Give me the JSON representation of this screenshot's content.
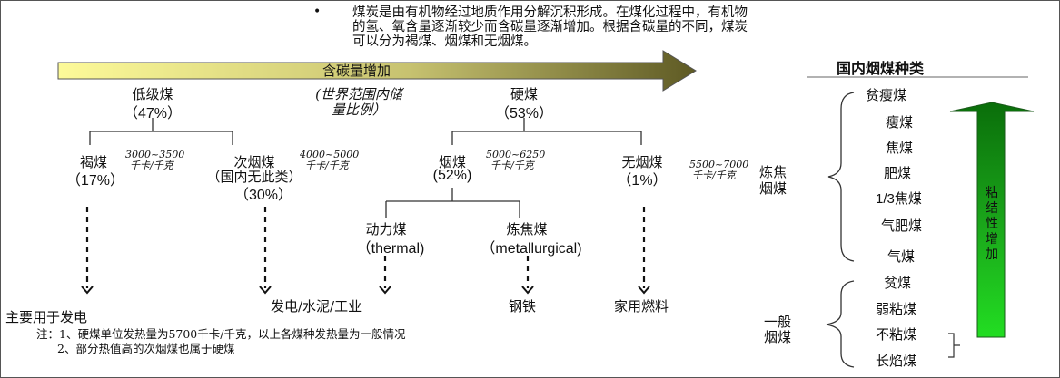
{
  "intro": {
    "bullet": "•",
    "lines": [
      "煤炭是由有机物经过地质作用分解沉积形成。在煤化过程中，有机物",
      "的氢、氧含量逐渐较少而含碳量逐渐增加。根据含碳量的不同，煤炭",
      "可以分为褐煤、烟煤和无烟煤。"
    ]
  },
  "arrow": {
    "label": "含碳量增加",
    "colors": [
      "#fdfa99",
      "#5e5a24"
    ]
  },
  "level1": {
    "low": {
      "name": "低级煤",
      "pct": "（47%）"
    },
    "note": [
      "(世界范围内储",
      "量比例）"
    ],
    "hard": {
      "name": "硬煤",
      "pct": "（53%）"
    }
  },
  "level2": {
    "lignite": {
      "name": "褐煤",
      "pct": "（17%）",
      "heat": [
        "3000~3500",
        "千卡/千克"
      ]
    },
    "subbit": {
      "name": "次烟煤",
      "sub": "（国内无此类）",
      "pct": "（30%）",
      "heat": [
        "4000~5000",
        "千卡/千克"
      ]
    },
    "bit": {
      "name": "烟煤",
      "pct": "(52%)",
      "heat": [
        "5000~6250",
        "千卡/千克"
      ]
    },
    "anth": {
      "name": "无烟煤",
      "pct": "（1%）",
      "heat": [
        "5500~7000",
        "千卡/千克"
      ]
    }
  },
  "level3": {
    "thermal": {
      "name": "动力煤",
      "en": "（thermal)"
    },
    "met": {
      "name": "炼焦煤",
      "en": "（metallurgical)"
    }
  },
  "uses": {
    "power": "主要用于发电",
    "industry": "发电/水泥/工业",
    "steel": "钢铁",
    "domestic": "家用燃料"
  },
  "notes": [
    "注：1、硬煤单位发热量为5700千卡/千克，以上各煤种发热量为一般情况",
    "2、部分热值高的次烟煤也属于硬煤"
  ],
  "right": {
    "title": "国内烟煤种类",
    "coking_label": [
      "炼焦",
      "烟煤"
    ],
    "general_label": [
      "一般",
      "烟煤"
    ],
    "coking_items": [
      "贫瘦煤",
      "瘦煤",
      "焦煤",
      "肥煤",
      "1/3焦煤",
      "气肥煤",
      "气煤"
    ],
    "general_items": [
      "贫煤",
      "弱粘煤",
      "不粘煤",
      "长焰煤"
    ],
    "green_arrow_label": [
      "粘",
      "结",
      "性",
      "增",
      "加"
    ],
    "green_color": "#1db41d"
  }
}
